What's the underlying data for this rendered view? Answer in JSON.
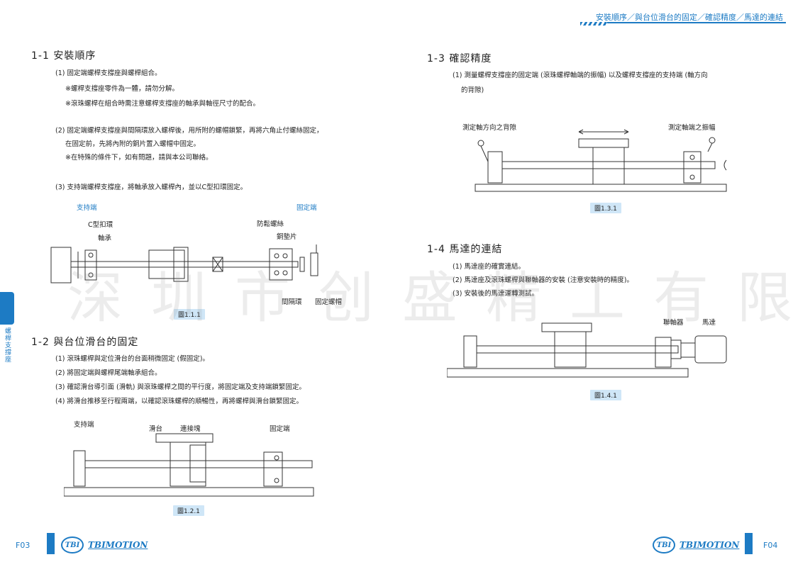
{
  "header": {
    "title": "安裝順序／與台位滑台的固定／確認精度／馬達的連結"
  },
  "side_tab": {
    "label": "螺桿支撐座"
  },
  "watermark": "深圳市创盛精工有限公司",
  "sec11": {
    "title": "1-1  安裝順序",
    "lines": [
      "(1) 固定端螺桿支撐座與螺桿組合。",
      "※螺桿支撐座零件為一體，請勿分解。",
      "※滾珠螺桿在組合時需注意螺桿支撐座的軸承與軸徑尺寸的配合。",
      "(2) 固定端螺桿支撐座與間隔環放入螺桿後，用所附的螺帽鎖緊，再將六角止付螺絲固定，",
      "在固定前，先將內附的銅片置入螺帽中固定。",
      "※在特殊的條件下，如有問題，請與本公司聯絡。",
      "(3) 支持端螺桿支撐座，將軸承放入螺桿內，並以C型扣環固定。"
    ],
    "fig": {
      "support_end": "支持端",
      "fixed_end": "固定端",
      "c_ring": "C型扣環",
      "bearing": "軸承",
      "anti_loose": "防鬆螺絲",
      "copper": "銅墊片",
      "spacer": "間隔環",
      "lock_nut": "固定螺帽",
      "caption": "圖1.1.1"
    }
  },
  "sec12": {
    "title": "1-2  與台位滑台的固定",
    "lines": [
      "(1) 滾珠螺桿與定位滑台的台面稍微固定 (假固定)。",
      "(2) 將固定端與螺桿尾端軸承組合。",
      "(3) 確認滑台導引面 (滑軌) 與滾珠螺桿之間的平行度，將固定端及支持端鎖緊固定。",
      "(4) 將滑台推移至行程兩端，以確認滾珠螺桿的順暢性，再將螺桿與滑台鎖緊固定。"
    ],
    "fig": {
      "support_end": "支持端",
      "slide": "滑台",
      "connector": "連接塊",
      "fixed_end": "固定端",
      "caption": "圖1.2.1"
    }
  },
  "sec13": {
    "title": "1-3  確認精度",
    "lines": [
      "(1) 測量螺桿支撐座的固定端 (滾珠螺桿軸端的振幅) 以及螺桿支撐座的支持端 (軸方向",
      "的背隙)"
    ],
    "fig": {
      "left": "測定軸方向之背隙",
      "right": "測定軸端之振幅",
      "caption": "圖1.3.1"
    }
  },
  "sec14": {
    "title": "1-4  馬達的連結",
    "lines": [
      "(1) 馬達座的確實連結。",
      "(2) 馬達座及滾珠螺桿與聯軸器的安裝 (注意安裝時的精度)。",
      "(3) 安裝後的馬達運轉測試。"
    ],
    "fig": {
      "coupling": "聯軸器",
      "motor": "馬達",
      "caption": "圖1.4.1"
    }
  },
  "footer": {
    "left_page": "F03",
    "right_page": "F04",
    "logo_mark": "TBI",
    "logo_text": "TBIMOTION"
  },
  "colors": {
    "accent": "#1d7bc4",
    "caption_bg": "#cfe6f7"
  }
}
